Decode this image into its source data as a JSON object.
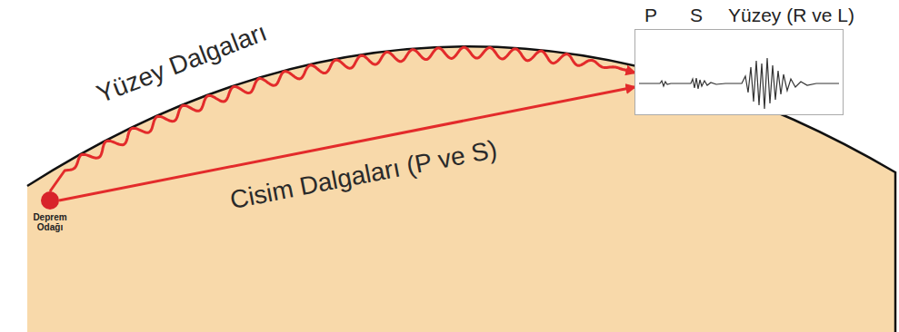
{
  "diagram": {
    "nodes": [
      {
        "text": [
          "Deprem Odağı"
        ]
      },
      {
        "text": [
          "P",
          "S",
          "Yüzey (R ve L)"
        ]
      }
    ],
    "edges": [
      {
        "from": 0,
        "to": 1,
        "arrow": "to",
        "label": "Yüzey Dalgaları"
      },
      {
        "from": 0,
        "to": 1,
        "arrow": "to",
        "label": "Cisim Dalgaları (P ve S)"
      }
    ]
  }
}
